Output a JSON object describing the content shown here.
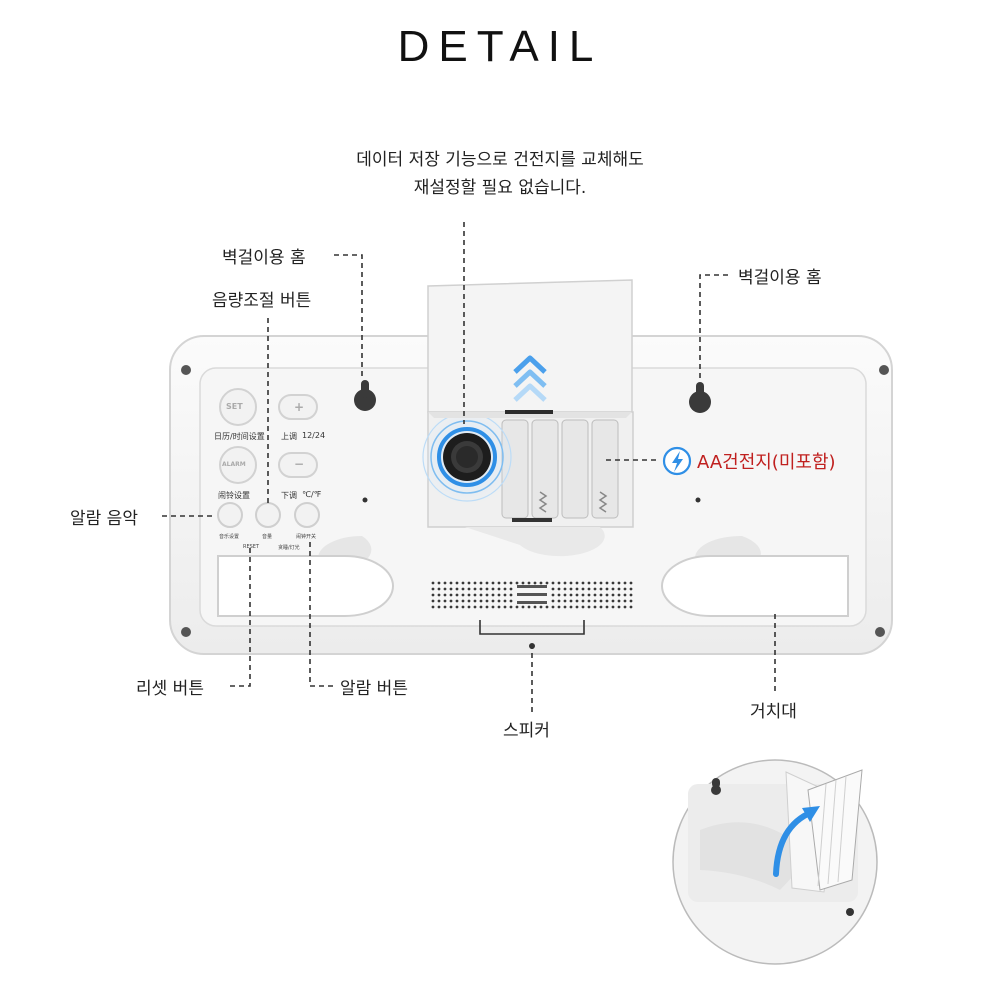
{
  "title": "DETAIL",
  "note": {
    "line1": "데이터 저장 기능으로 건전지를 교체해도",
    "line2": "재설정할 필요 없습니다."
  },
  "labels": {
    "wall_hole_left": "벽걸이용 홈",
    "wall_hole_right": "벽걸이용 홈",
    "volume_button": "음량조절 버튼",
    "alarm_music": "알람 음악",
    "reset_button": "리셋 버튼",
    "alarm_button": "알람 버튼",
    "speaker": "스피커",
    "stand": "거치대",
    "battery": "AA건전지(미포함)"
  },
  "device": {
    "btn_set": "SET",
    "btn_plus": "+",
    "btn_alarm": "ALARM",
    "btn_minus": "−",
    "lbl_date_time": "日历/时间设置",
    "lbl_up": "上调",
    "lbl_1224": "12/24",
    "lbl_ring": "闹铃设置",
    "lbl_down": "下调",
    "lbl_cf": "℃/℉",
    "lbl_music": "音乐设置",
    "lbl_volume": "音量",
    "lbl_alarm_switch": "闹钟开关",
    "lbl_reset": "RESET",
    "lbl_snooze": "贪睡/灯光"
  },
  "colors": {
    "accent_blue": "#2f8fe6",
    "battery_label_red": "#c0201f"
  }
}
